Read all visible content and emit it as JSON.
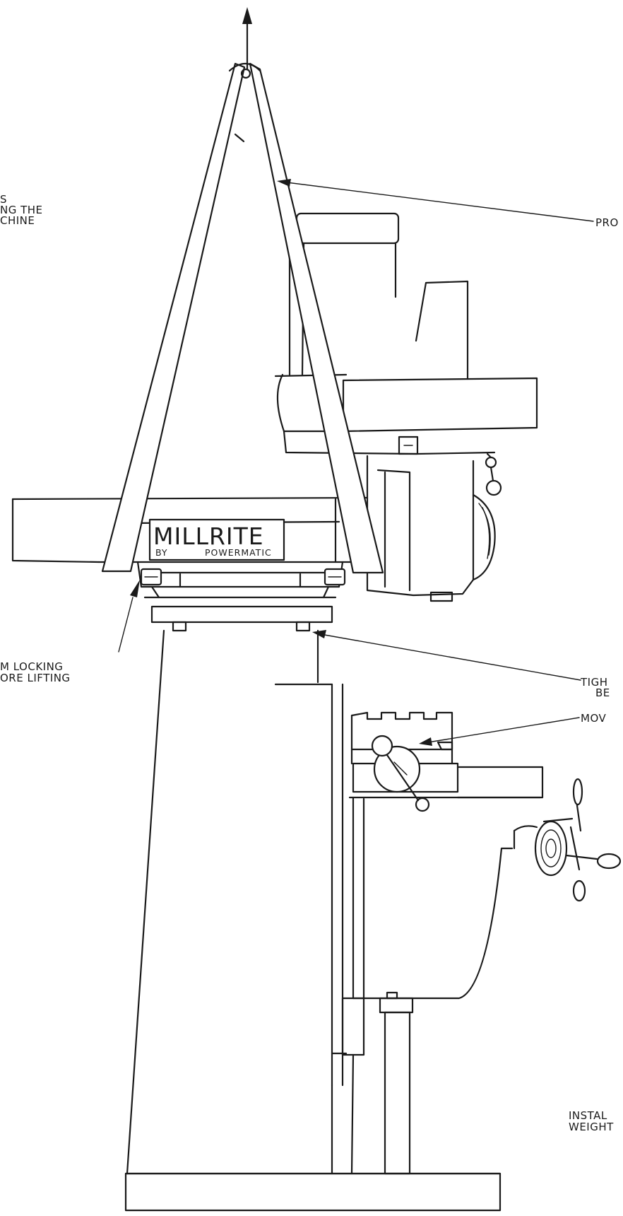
{
  "labels": {
    "top_left_line1": "S",
    "top_left_line2": "NG THE",
    "top_left_line3": "CHINE",
    "right_top": "PRO",
    "left_mid_line1": "M LOCKING",
    "left_mid_line2": "ORE LIFTING",
    "right_mid_line1": "TIGH",
    "right_mid_line2": "BE",
    "right_mov": "MOV",
    "bottom_right_line1": "INSTAL",
    "bottom_right_line2": "WEIGHT"
  },
  "brand": {
    "name": "MILLRITE",
    "by": "BY",
    "maker": "POWERMATIC"
  }
}
